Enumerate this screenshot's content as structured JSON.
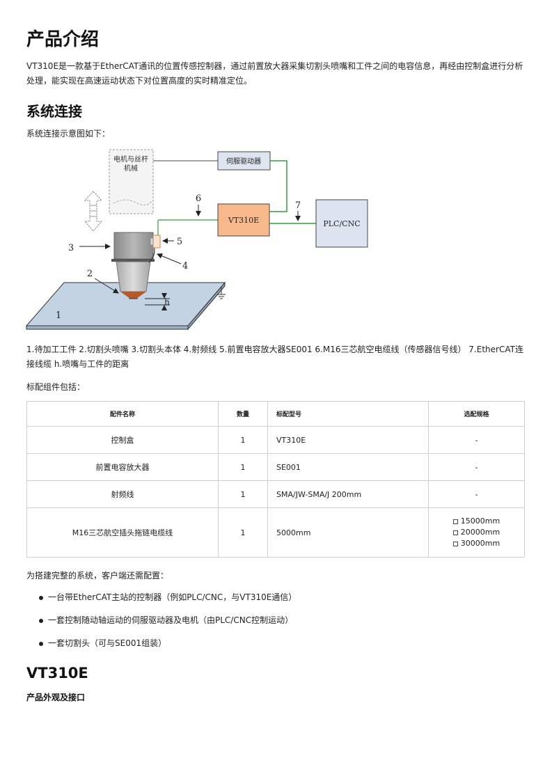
{
  "heading_intro": "产品介绍",
  "intro_text": "VT310E是一款基于EtherCAT通讯的位置传感控制器，通过前置放大器采集切割头喷嘴和工件之间的电容信息，再经由控制盒进行分析处理，能实现在高速运动状态下对位置高度的实时精准定位。",
  "heading_connection": "系统连接",
  "connection_caption": "系统连接示意图如下：",
  "diagram": {
    "motor_label_line1": "电机与丝杆",
    "motor_label_line2": "机械",
    "servo_label": "伺服驱动器",
    "controller_label": "VT310E",
    "plc_label": "PLC/CNC",
    "numbers": [
      "1",
      "2",
      "3",
      "4",
      "5",
      "6",
      "7"
    ],
    "h_label": "h",
    "colors": {
      "green_wire": "#2e9e3e",
      "controller_fill": "#f7b98c",
      "plc_fill": "#dde3ef",
      "plate_fill": "#c3d3e3"
    }
  },
  "legend_text": "1.待加工工件 2.切割头喷嘴 3.切割头本体 4.射频线 5.前置电容放大器SE001 6.M16三芯航空电缆线（传感器信号线） 7.EtherCAT连接线缆 h.喷嘴与工件的距离",
  "components_caption": "标配组件包括：",
  "table": {
    "headers": [
      "配件名称",
      "数量",
      "标配型号",
      "选配规格"
    ],
    "rows": [
      {
        "name": "控制盒",
        "qty": "1",
        "model": "VT310E",
        "options": [
          "-"
        ]
      },
      {
        "name": "前置电容放大器",
        "qty": "1",
        "model": "SE001",
        "options": [
          "-"
        ]
      },
      {
        "name": "射频线",
        "qty": "1",
        "model": "SMA/JW-SMA/J 200mm",
        "options": [
          "-"
        ]
      },
      {
        "name": "M16三芯航空插头拖链电缆线",
        "qty": "1",
        "model": "5000mm",
        "options": [
          "15000mm",
          "20000mm",
          "30000mm"
        ]
      }
    ]
  },
  "config_caption": "为搭建完整的系统，客户端还需配置：",
  "config_items": [
    "一台带EtherCAT主站的控制器（例如PLC/CNC，与VT310E通信）",
    "一套控制随动轴运动的伺服驱动器及电机（由PLC/CNC控制运动）",
    "一套切割头（可与SE001组装）"
  ],
  "heading_product": "VT310E",
  "subheading_appearance": "产品外观及接口"
}
